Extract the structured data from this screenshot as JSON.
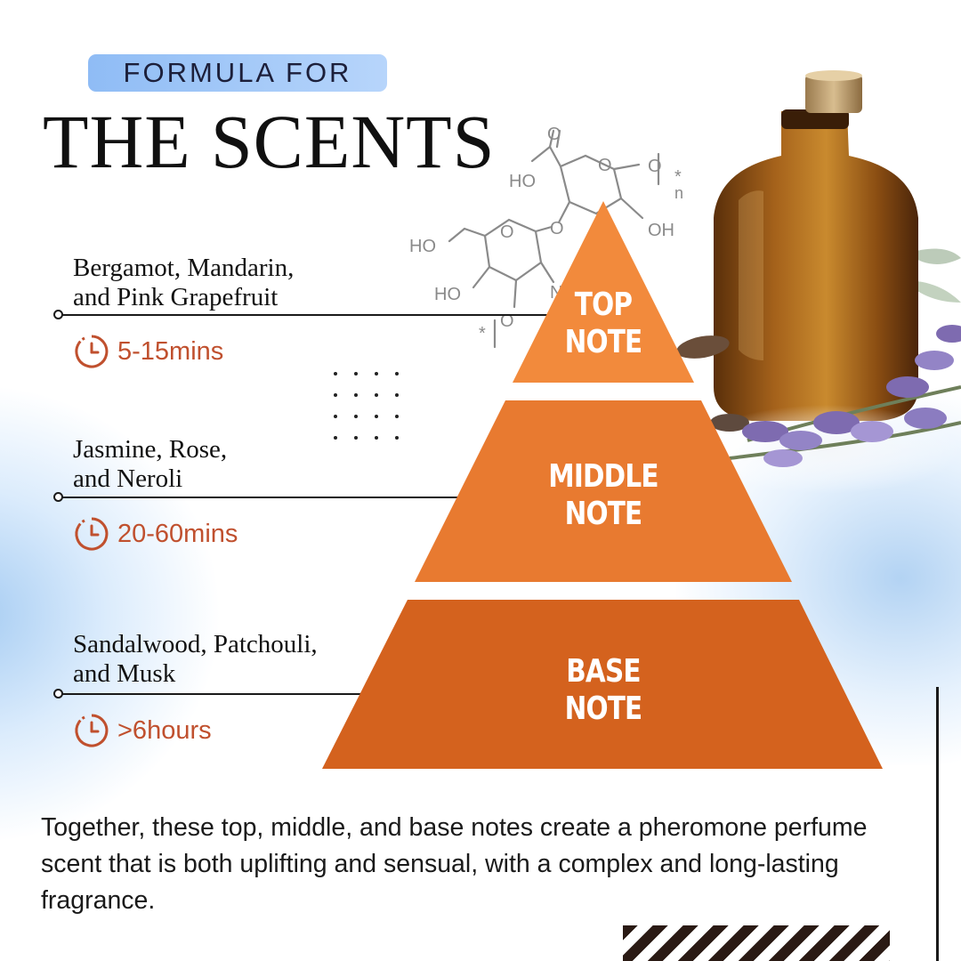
{
  "header": {
    "pill_text": "FORMULA FOR",
    "title": "THE SCENTS"
  },
  "notes": [
    {
      "text_line1": "Bergamot, Mandarin,",
      "text_line2": "and Pink Grapefruit",
      "duration": "5-15mins"
    },
    {
      "text_line1": "Jasmine, Rose,",
      "text_line2": "and Neroli",
      "duration": "20-60mins"
    },
    {
      "text_line1": "Sandalwood, Patchouli,",
      "text_line2": "and Musk",
      "duration": ">6hours"
    }
  ],
  "pyramid": {
    "top": {
      "line1": "TOP",
      "line2": "NOTE"
    },
    "middle": {
      "line1": "MIDDLE",
      "line2": "NOTE"
    },
    "base": {
      "line1": "BASE",
      "line2": "NOTE"
    }
  },
  "molecule_labels": {
    "o_top": "O",
    "ho_left": "HO",
    "o_ring": "O",
    "o_right": "O",
    "star_top": "*",
    "n": "n",
    "oh_right": "OH",
    "ho_ch2": "HO",
    "o_ring2": "O",
    "o_link": "O",
    "ho_lower": "HO",
    "n_partial": "N",
    "o_lower": "O",
    "star_lower": "*"
  },
  "summary": "Together, these top, middle, and base notes create a pheromone perfume scent that is both uplifting and sensual, with a complex and long-lasting fragrance.",
  "colors": {
    "top_tier": "#F28A3C",
    "middle_tier": "#E87A30",
    "base_tier": "#D4621E",
    "timer_accent": "#C0502E",
    "pill_start": "#8FBCF5",
    "pill_end": "#B7D5FB"
  }
}
